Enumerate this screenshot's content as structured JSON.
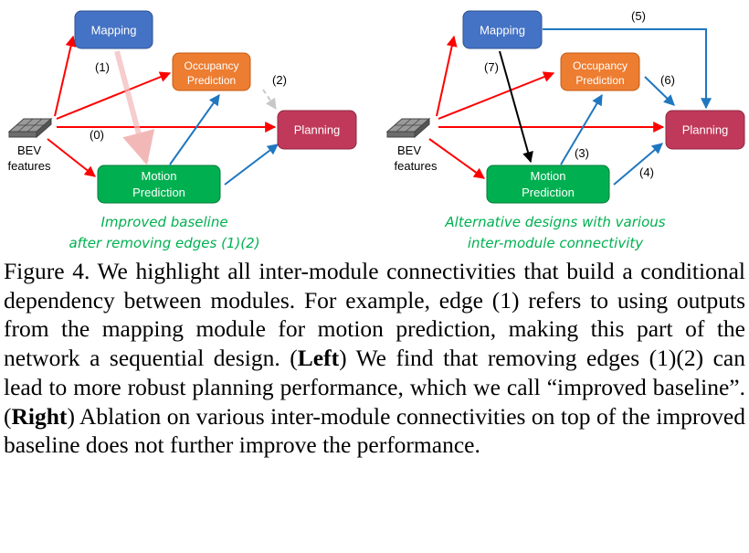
{
  "left": {
    "mapping": "Mapping",
    "occupancy_line1": "Occupancy",
    "occupancy_line2": "Prediction",
    "planning": "Planning",
    "motion_line1": "Motion",
    "motion_line2": "Prediction",
    "bev_line1": "BEV",
    "bev_line2": "features",
    "edge_1": "(1)",
    "edge_2": "(2)",
    "edge_0": "(0)",
    "caption_line1": "Improved baseline",
    "caption_line2": "after removing edges (1)(2)"
  },
  "right": {
    "mapping": "Mapping",
    "occupancy_line1": "Occupancy",
    "occupancy_line2": "Prediction",
    "planning": "Planning",
    "motion_line1": "Motion",
    "motion_line2": "Prediction",
    "bev_line1": "BEV",
    "bev_line2": "features",
    "edge_3": "(3)",
    "edge_4": "(4)",
    "edge_5": "(5)",
    "edge_6": "(6)",
    "edge_7": "(7)",
    "caption_line1": "Alternative designs with various",
    "caption_line2": "inter-module connectivity"
  },
  "caption": {
    "part1": "Figure 4. We highlight all inter-module connectivities that build a conditional dependency between modules. For example, edge (1) refers to using outputs from the mapping module for motion prediction, making this part of the network a sequential design. (",
    "left_tag": "Left",
    "part2": ") We find that removing edges (1)(2) can lead to more robust planning performance, which we call “improved baseline”. (",
    "right_tag": "Right",
    "part3": ") Ablation on various inter-module connectivities on top of the improved baseline does not further improve the performance."
  },
  "colors": {
    "mapping": "#4472c4",
    "occupancy": "#ed7d31",
    "planning": "#c0395a",
    "motion": "#00b050",
    "red_arrow": "#ff0000",
    "blue_arrow": "#1f77c0",
    "caption_green": "#00b050"
  }
}
